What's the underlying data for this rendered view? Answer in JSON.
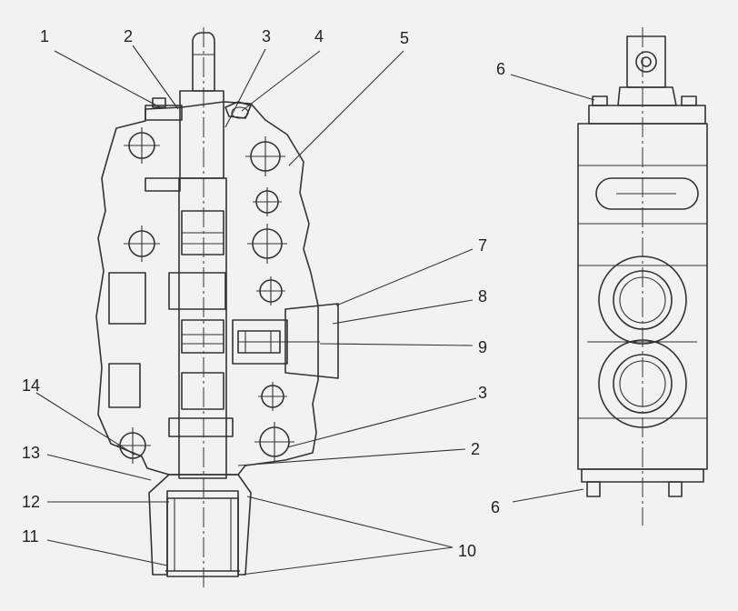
{
  "callouts": [
    {
      "id": "c1",
      "text": "1"
    },
    {
      "id": "c2top",
      "text": "2"
    },
    {
      "id": "c3top",
      "text": "3"
    },
    {
      "id": "c4",
      "text": "4"
    },
    {
      "id": "c5",
      "text": "5"
    },
    {
      "id": "c6top",
      "text": "6"
    },
    {
      "id": "c7",
      "text": "7"
    },
    {
      "id": "c8",
      "text": "8"
    },
    {
      "id": "c9",
      "text": "9"
    },
    {
      "id": "c3bot",
      "text": "3"
    },
    {
      "id": "c14",
      "text": "14"
    },
    {
      "id": "c2bot",
      "text": "2"
    },
    {
      "id": "c13",
      "text": "13"
    },
    {
      "id": "c12",
      "text": "12"
    },
    {
      "id": "c6bot",
      "text": "6"
    },
    {
      "id": "c11",
      "text": "11"
    },
    {
      "id": "c10",
      "text": "10"
    }
  ],
  "colors": {
    "background": "#f2f2f2",
    "line": "#333333",
    "hatch": "#555555"
  }
}
